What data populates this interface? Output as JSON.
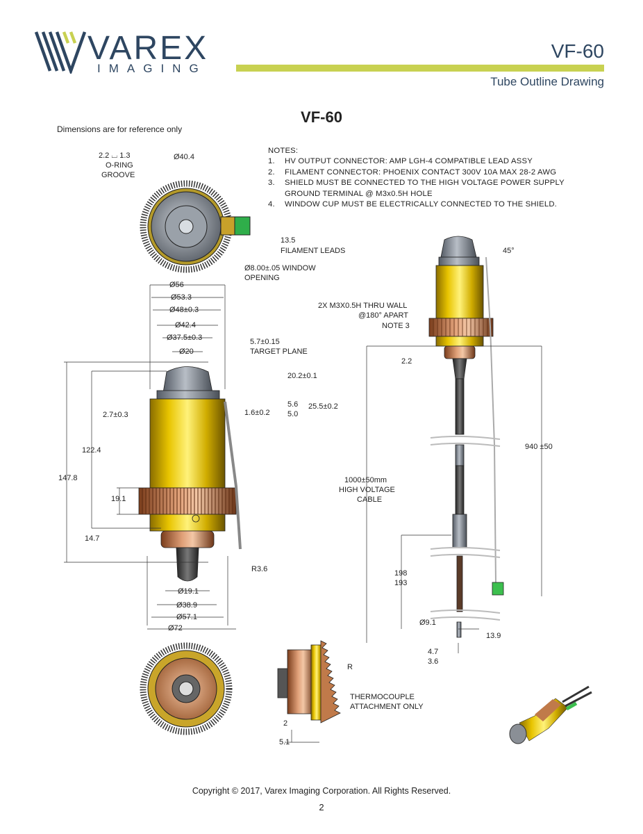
{
  "header": {
    "brand_name": "VAREX",
    "brand_sub": "IMAGING",
    "model": "VF-60",
    "doc_title": "Tube Outline Drawing",
    "accent_color": "#c8d151",
    "brand_color": "#2e4661"
  },
  "drawing_title": "VF-60",
  "disclaimer": "Dimensions are for reference only",
  "notes": {
    "heading": "NOTES:",
    "items": [
      {
        "num": "1.",
        "text": "HV OUTPUT CONNECTOR:  AMP LGH-4 COMPATIBLE LEAD ASSY"
      },
      {
        "num": "2.",
        "text": "FILAMENT CONNECTOR:  PHOENIX CONTACT 300V 10A MAX 28-2 AWG"
      },
      {
        "num": "3.",
        "text": "SHIELD MUST BE CONNECTED TO THE HIGH VOLTAGE POWER SUPPLY"
      },
      {
        "num": "",
        "text": "GROUND TERMINAL @ M3x0.5H HOLE"
      },
      {
        "num": "4.",
        "text": "WINDOW CUP MUST BE ELECTRICALLY CONNECTED TO THE SHIELD."
      }
    ]
  },
  "top_view": {
    "groove_line1": "2.2 ⌴ 1.3",
    "groove_line2": "O-RING",
    "groove_line3": "GROOVE",
    "dia_404": "Ø40.4",
    "filament_dim": "13.5",
    "filament_label": "FILAMENT LEADS",
    "window_line1": "Ø8.00±.05 WINDOW",
    "window_line2": "OPENING"
  },
  "front_view": {
    "d56": "Ø56",
    "d533": "Ø53.3",
    "d48": "Ø48±0.3",
    "d424": "Ø42.4",
    "d375": "Ø37.5±0.3",
    "d20": "Ø20",
    "target1": "5.7±0.15",
    "target2": "TARGET PLANE",
    "d202": "20.2±0.1",
    "d56b": "5.6",
    "d50": "5.0",
    "d255": "25.5±0.2",
    "d27": "2.7±0.3",
    "d16": "1.6±0.2",
    "d1224": "122.4",
    "d1478": "147.8",
    "d191": "19.1",
    "d147": "14.7",
    "r36": "R3.6",
    "bd191": "Ø19.1",
    "bd389": "Ø38.9",
    "bd571": "Ø57.1",
    "bd72": "Ø72"
  },
  "side_view": {
    "angle": "45°",
    "mount1": "2X M3X0.5H THRU WALL",
    "mount2": "@180° APART",
    "mount3": "NOTE 3",
    "d22": "2.2",
    "d940": "940 ±50",
    "cable1": "1000±50mm",
    "cable2": "HIGH VOLTAGE",
    "cable3": "CABLE",
    "d198": "198",
    "d193": "193",
    "d91": "Ø9.1",
    "d139": "13.9",
    "d47": "4.7",
    "d36": "3.6"
  },
  "detail_view": {
    "r": "R",
    "tc1": "THERMOCOUPLE",
    "tc2": "ATTACHMENT ONLY",
    "d2": "2",
    "d51": "5.1"
  },
  "footer": {
    "copyright": "Copyright © 2017, Varex Imaging Corporation.  All Rights Reserved.",
    "page": "2"
  }
}
